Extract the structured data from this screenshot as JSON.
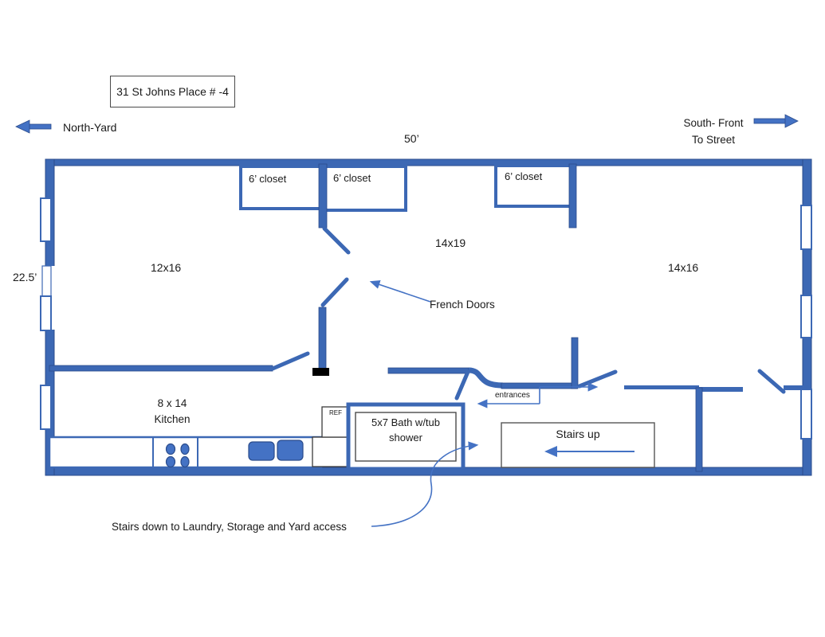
{
  "colors": {
    "wall": "#3c68b4",
    "wall_border": "#2b4c8c",
    "accent_arrow": "#4472c4",
    "text": "#1a1a1a"
  },
  "header": {
    "title": "31 St Johns Place # -4"
  },
  "compass": {
    "north": "North-Yard",
    "south_line1": "South- Front",
    "south_line2": "To Street"
  },
  "dimensions": {
    "width": "50’",
    "height": "22.5’"
  },
  "rooms": {
    "living": "12x16",
    "middle": "14x19",
    "bedroom": "14x16",
    "kitchen_size": "8 x 14",
    "kitchen_name": "Kitchen"
  },
  "closets": [
    {
      "label": "6’ closet"
    },
    {
      "label": "6’ closet"
    },
    {
      "label": "6’ closet"
    }
  ],
  "annotations": {
    "french_doors": "French Doors",
    "entrances": "entrances",
    "stairs_down": "Stairs down to Laundry, Storage and Yard access"
  },
  "fixtures": {
    "bath_line1": "5x7 Bath w/tub",
    "bath_line2": "shower",
    "stairs_up": "Stairs up",
    "fridge": "REF"
  }
}
